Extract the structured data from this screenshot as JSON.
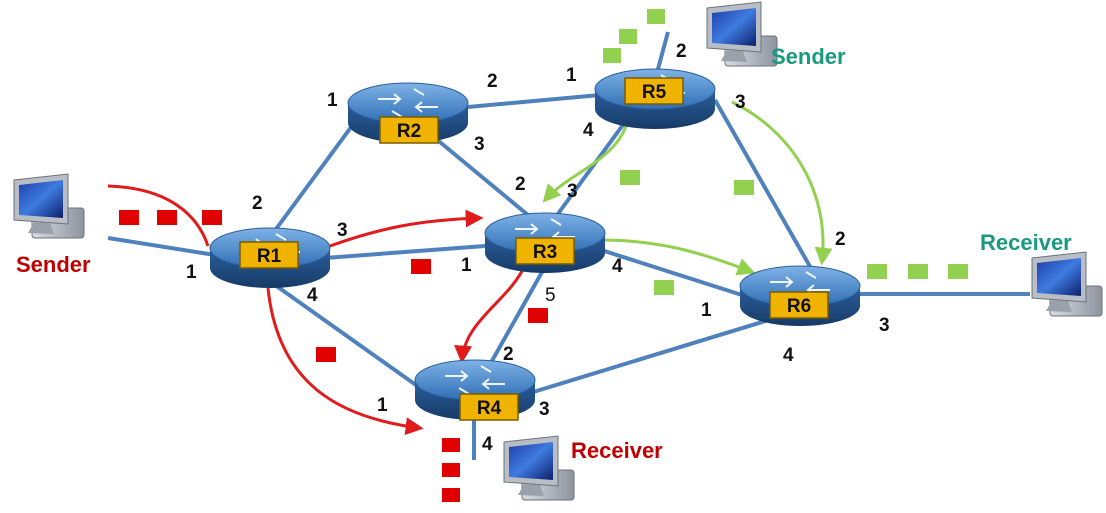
{
  "colors": {
    "link": "#4f81bd",
    "red_flow": "#e11b1b",
    "green_flow": "#92d050",
    "red_packet": "#e00000",
    "green_packet": "#92d050",
    "router_label_bg": "#f0b400",
    "red_text": "#c00000",
    "green_text": "#1a9a80"
  },
  "routers": [
    {
      "id": "R1",
      "label": "R1"
    },
    {
      "id": "R2",
      "label": "R2"
    },
    {
      "id": "R3",
      "label": "R3"
    },
    {
      "id": "R4",
      "label": "R4"
    },
    {
      "id": "R5",
      "label": "R5"
    },
    {
      "id": "R6",
      "label": "R6"
    }
  ],
  "hosts": [
    {
      "id": "sender-red",
      "label": "Sender",
      "color": "red",
      "icon": "computer-icon"
    },
    {
      "id": "sender-green",
      "label": "Sender",
      "color": "green",
      "icon": "computer-icon"
    },
    {
      "id": "receiver-red",
      "label": "Receiver",
      "color": "red",
      "icon": "computer-icon"
    },
    {
      "id": "receiver-green",
      "label": "Receiver",
      "color": "green",
      "icon": "computer-icon"
    }
  ],
  "port_labels": [
    {
      "router": "R1",
      "text": "1"
    },
    {
      "router": "R1",
      "text": "2"
    },
    {
      "router": "R1",
      "text": "3"
    },
    {
      "router": "R1",
      "text": "4"
    },
    {
      "router": "R2",
      "text": "1"
    },
    {
      "router": "R2",
      "text": "2"
    },
    {
      "router": "R2",
      "text": "3"
    },
    {
      "router": "R3",
      "text": "1"
    },
    {
      "router": "R3",
      "text": "2"
    },
    {
      "router": "R3",
      "text": "3"
    },
    {
      "router": "R3",
      "text": "4"
    },
    {
      "router": "R3",
      "text": "5"
    },
    {
      "router": "R4",
      "text": "1"
    },
    {
      "router": "R4",
      "text": "2"
    },
    {
      "router": "R4",
      "text": "3"
    },
    {
      "router": "R4",
      "text": "4"
    },
    {
      "router": "R5",
      "text": "1"
    },
    {
      "router": "R5",
      "text": "2"
    },
    {
      "router": "R5",
      "text": "3"
    },
    {
      "router": "R5",
      "text": "4"
    },
    {
      "router": "R6",
      "text": "1"
    },
    {
      "router": "R6",
      "text": "2"
    },
    {
      "router": "R6",
      "text": "3"
    },
    {
      "router": "R6",
      "text": "4"
    }
  ]
}
